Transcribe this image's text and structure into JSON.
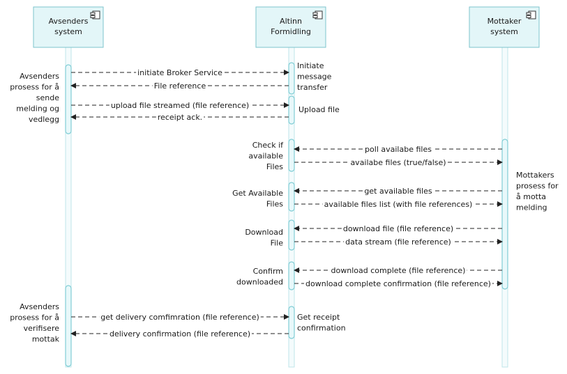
{
  "colors": {
    "participant_fill": "#e3f6f8",
    "participant_stroke": "#7ec4cc",
    "lifeline": "#bfe6ea",
    "activation_fill": "#e8f8fa",
    "activation_stroke": "#80cdd5",
    "arrow": "#222222"
  },
  "icons": {
    "component": "component-icon"
  },
  "participants": [
    {
      "id": "sender",
      "lines": [
        "Avsenders",
        "system"
      ]
    },
    {
      "id": "altinn",
      "lines": [
        "Altinn",
        "Formidling"
      ]
    },
    {
      "id": "receiver",
      "lines": [
        "Mottaker",
        "system"
      ]
    }
  ],
  "messages": [
    {
      "label": "initiate Broker Service",
      "from": "sender",
      "to": "altinn"
    },
    {
      "label": "File reference",
      "from": "altinn",
      "to": "sender"
    },
    {
      "label": "upload file streamed (file reference)",
      "from": "sender",
      "to": "altinn"
    },
    {
      "label": "receipt ack.",
      "from": "altinn",
      "to": "sender"
    },
    {
      "label": "poll availabe files",
      "from": "receiver",
      "to": "altinn"
    },
    {
      "label": "availabe files (true/false)",
      "from": "altinn",
      "to": "receiver"
    },
    {
      "label": "get available files",
      "from": "receiver",
      "to": "altinn"
    },
    {
      "label": "available files list (with file references)",
      "from": "altinn",
      "to": "receiver"
    },
    {
      "label": "download file (file reference)",
      "from": "receiver",
      "to": "altinn"
    },
    {
      "label": "data stream (file reference)",
      "from": "altinn",
      "to": "receiver"
    },
    {
      "label": "download complete (file reference)",
      "from": "receiver",
      "to": "altinn"
    },
    {
      "label": "download complete confirmation (file reference)",
      "from": "altinn",
      "to": "receiver"
    },
    {
      "label": "get delivery comfimration (file reference)",
      "from": "sender",
      "to": "altinn"
    },
    {
      "label": "delivery confirmation (file reference)",
      "from": "altinn",
      "to": "sender"
    }
  ],
  "notes": [
    {
      "lines": [
        "Avsenders",
        "prosess for  å",
        "sende",
        "melding og",
        "vedlegg"
      ]
    },
    {
      "lines": [
        "Initiate",
        "message",
        "transfer"
      ]
    },
    {
      "lines": [
        "Upload file"
      ]
    },
    {
      "lines": [
        "Check  if",
        "available",
        "Files"
      ]
    },
    {
      "lines": [
        "Get Available",
        "Files"
      ]
    },
    {
      "lines": [
        "Download",
        "File"
      ]
    },
    {
      "lines": [
        "Confirm",
        "downloaded"
      ]
    },
    {
      "lines": [
        "Mottakers",
        "prosess for",
        "å motta",
        "melding"
      ]
    },
    {
      "lines": [
        "Avsenders",
        "prosess for å",
        "verifisere",
        "mottak"
      ]
    },
    {
      "lines": [
        "Get receipt",
        "confirmation"
      ]
    }
  ]
}
